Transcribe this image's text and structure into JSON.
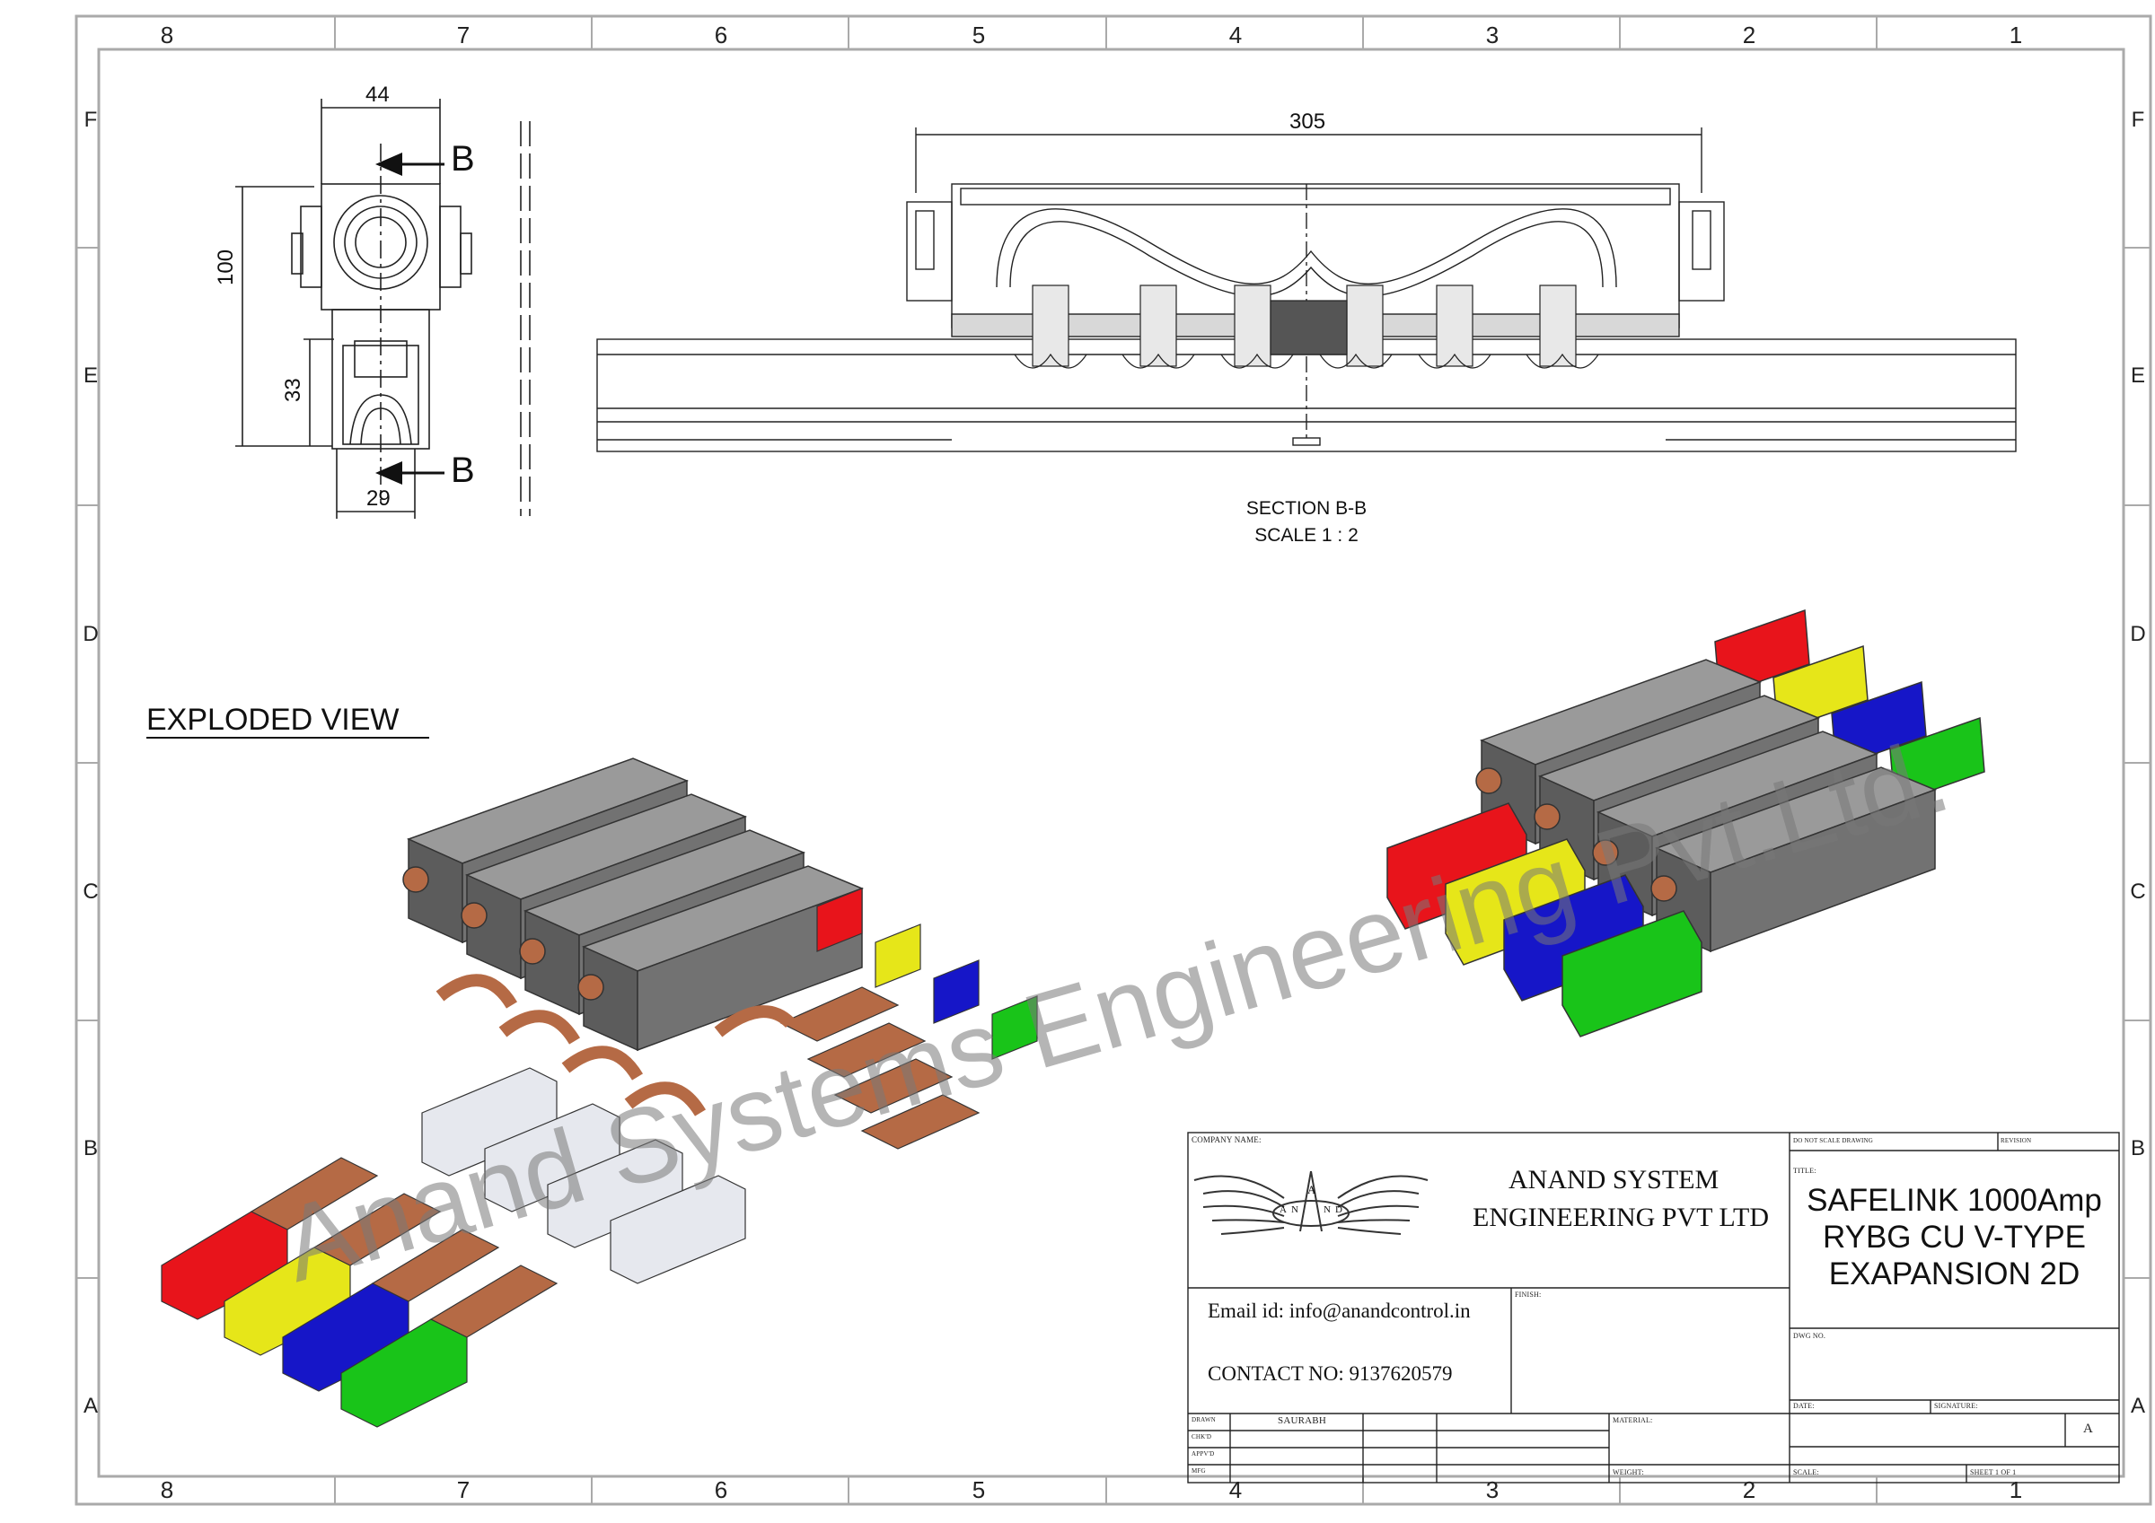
{
  "zones": {
    "columns": [
      "8",
      "7",
      "6",
      "5",
      "4",
      "3",
      "2",
      "1"
    ],
    "rows": [
      "F",
      "E",
      "D",
      "C",
      "B",
      "A"
    ]
  },
  "dimensions": {
    "width_top": "44",
    "height_total": "100",
    "height_lower": "33",
    "width_bottom": "29",
    "section_length": "305",
    "section_marker": "B"
  },
  "section": {
    "title": "SECTION B-B",
    "scale": "SCALE 1 : 2"
  },
  "exploded_label": "EXPLODED VIEW",
  "watermark": "Anand Systems Engineering Pvt.Ltd.",
  "title_block": {
    "company_name_label": "COMPANY NAME:",
    "company_line1": "ANAND SYSTEM",
    "company_line2": "ENGINEERING PVT LTD",
    "logo_letters": [
      "A",
      "N",
      "A",
      "N",
      "D"
    ],
    "email": "Email id: info@anandcontrol.in",
    "contact": "CONTACT NO: 9137620579",
    "do_not_scale": "DO NOT SCALE DRAWING",
    "revision_label": "REVISION",
    "title_label": "TITLE:",
    "title_line1": "SAFELINK 1000Amp",
    "title_line2": "RYBG CU V-TYPE",
    "title_line3": "EXAPANSION 2D",
    "dwg_no_label": "DWG NO.",
    "finish_label": "FINISH:",
    "drawn_label": "DRAWN",
    "drawn_by": "SAURABH",
    "chkd_label": "CHK'D",
    "appvd_label": "APPV'D",
    "mfg_label": "MFG",
    "material_label": "MATERIAL:",
    "weight_label": "WEIGHT:",
    "date_label": "DATE:",
    "signature_label": "SIGNATURE:",
    "size_value": "A",
    "scale_label": "SCALE:",
    "sheet_label": "SHEET 1 OF 1"
  },
  "colors": {
    "red": "#e8141b",
    "yellow": "#e6e619",
    "blue": "#1616c8",
    "green": "#19c419",
    "copper": "#b56a45",
    "housing": "#6e6e6e"
  }
}
